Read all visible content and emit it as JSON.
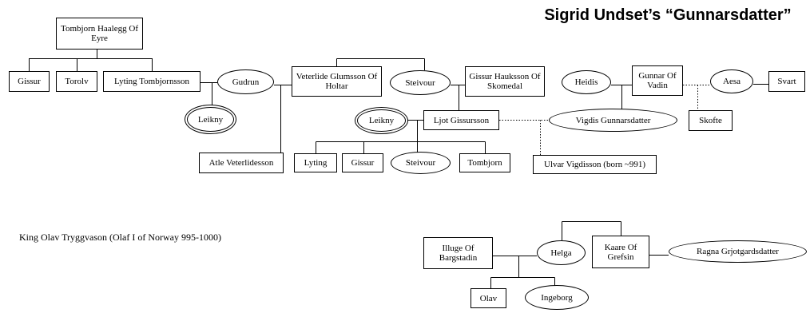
{
  "title": "Sigrid Undset’s “Gunnarsdatter”",
  "annotation": "King Olav Tryggvason (Olaf I of Norway 995-1000)",
  "colors": {
    "ink": "#000000",
    "background": "#ffffff"
  },
  "nodes": {
    "tombjorn_haalegg": {
      "label": "Tombjorn Haalegg Of Eyre",
      "shape": "box"
    },
    "gissur_sr": {
      "label": "Gissur",
      "shape": "box"
    },
    "torolv": {
      "label": "Torolv",
      "shape": "box"
    },
    "lyting_tombjornsson": {
      "label": "Lyting Tombjornsson",
      "shape": "box"
    },
    "gudrun": {
      "label": "Gudrun",
      "shape": "ellipse"
    },
    "leikny_child": {
      "label": "Leikny",
      "shape": "double-ellipse"
    },
    "veterlide_glumsson": {
      "label": "Veterlide Glumsson Of Holtar",
      "shape": "box"
    },
    "steivour_elder": {
      "label": "Steivour",
      "shape": "ellipse"
    },
    "gissur_hauksson": {
      "label": "Gissur Hauksson Of Skomedal",
      "shape": "box"
    },
    "heidis": {
      "label": "Heidis",
      "shape": "ellipse"
    },
    "gunnar_of_vadin": {
      "label": "Gunnar Of Vadin",
      "shape": "box"
    },
    "aesa": {
      "label": "Aesa",
      "shape": "ellipse"
    },
    "svart": {
      "label": "Svart",
      "shape": "box"
    },
    "leikny_wife": {
      "label": "Leikny",
      "shape": "double-ellipse"
    },
    "ljot_gissursson": {
      "label": "Ljot Gissursson",
      "shape": "box"
    },
    "vigdis_gunnarsdatter": {
      "label": "Vigdis Gunnarsdatter",
      "shape": "ellipse"
    },
    "skofte": {
      "label": "Skofte",
      "shape": "box"
    },
    "atle_veterlidesson": {
      "label": "Atle Veterlidesson",
      "shape": "box"
    },
    "lyting_jr": {
      "label": "Lyting",
      "shape": "box"
    },
    "gissur_jr": {
      "label": "Gissur",
      "shape": "box"
    },
    "steivour_jr": {
      "label": "Steivour",
      "shape": "ellipse"
    },
    "tombjorn_jr": {
      "label": "Tombjorn",
      "shape": "box"
    },
    "ulvar_vigdisson": {
      "label": "Ulvar Vigdisson (born ~991)",
      "shape": "box"
    },
    "illuge": {
      "label": "Illuge Of Bargstadin",
      "shape": "box"
    },
    "helga": {
      "label": "Helga",
      "shape": "ellipse"
    },
    "kaare": {
      "label": "Kaare Of Grefsin",
      "shape": "box"
    },
    "ragna": {
      "label": "Ragna Grjotgardsdatter",
      "shape": "ellipse"
    },
    "olav": {
      "label": "Olav",
      "shape": "box"
    },
    "ingeborg": {
      "label": "Ingeborg",
      "shape": "ellipse"
    }
  }
}
